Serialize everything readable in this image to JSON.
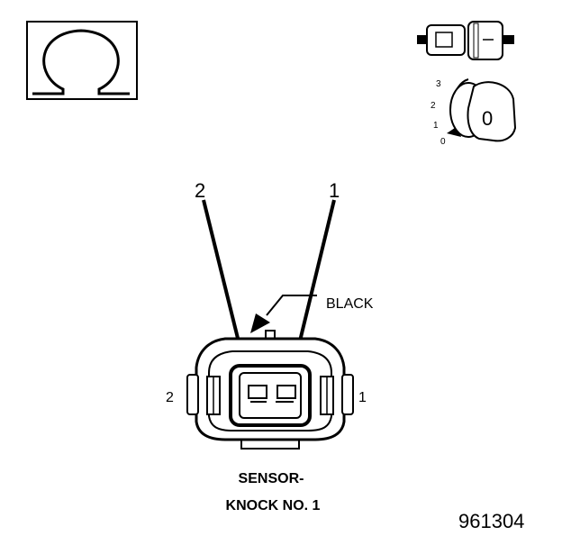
{
  "diagram": {
    "pins_top": [
      "2",
      "1"
    ],
    "wire_color_label": "BLACK",
    "side_pins": {
      "left": "2",
      "right": "1"
    },
    "caption_line1": "SENSOR-",
    "caption_line2": "KNOCK NO. 1",
    "figure_number": "961304"
  },
  "icons": {
    "meter_symbol": "Ω",
    "ignition_scale": [
      "3",
      "2",
      "1",
      "0"
    ],
    "ignition_key_position": "0"
  },
  "colors": {
    "line": "#000000",
    "background": "#ffffff"
  }
}
